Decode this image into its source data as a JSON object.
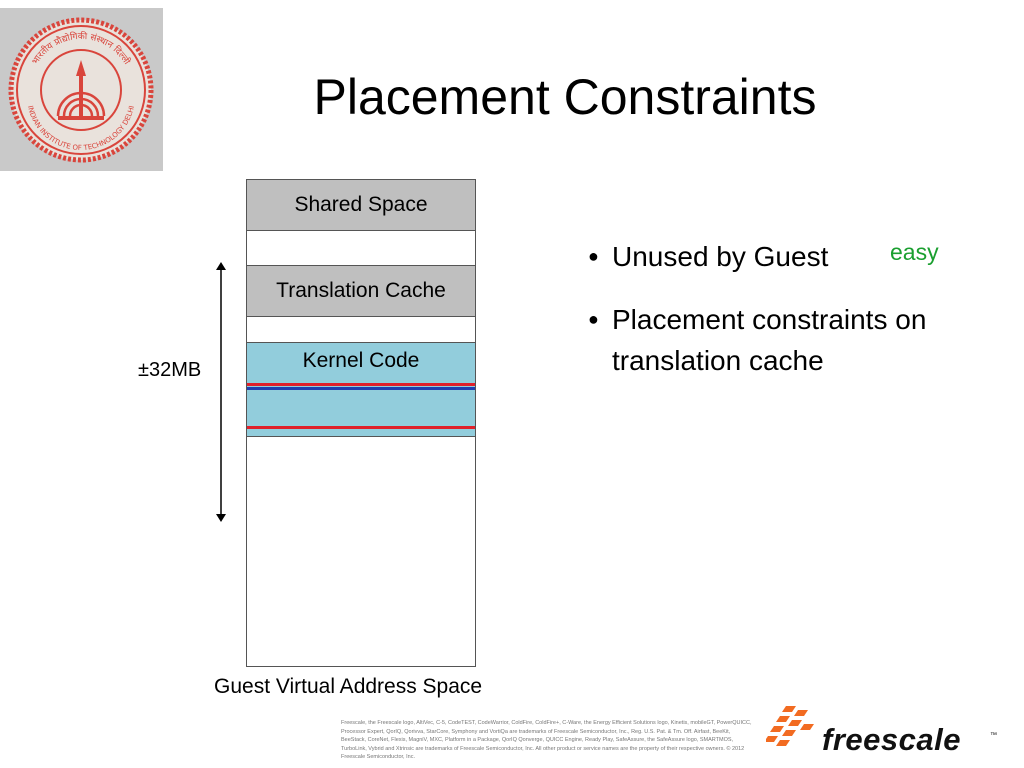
{
  "slide": {
    "title": "Placement Constraints"
  },
  "logo": {
    "icon": "iit-delhi-seal-icon",
    "ring_text": "भारतीय प्रौद्योगिकी संस्थान दिल्ली",
    "ring_text_en": "INDIAN INSTITUTE OF TECHNOLOGY DELHI",
    "color": "#d9453c"
  },
  "diagram": {
    "blocks": {
      "shared": "Shared Space",
      "translation_cache": "Translation Cache",
      "kernel": "Kernel Code"
    },
    "range_label": "±32MB",
    "caption": "Guest Virtual Address Space",
    "colors": {
      "gray_block": "#bfbfbf",
      "kernel_block": "#92cddc",
      "red_line": "#e0202a",
      "blue_line": "#1f3fb0"
    }
  },
  "bullets": [
    {
      "text": "Unused by Guest"
    },
    {
      "text": "Placement constraints on translation cache"
    }
  ],
  "annotation": {
    "text": "easy",
    "color": "#1a9f2f"
  },
  "footer": {
    "fine_print": "Freescale, the Freescale logo, AltiVec, C-5, CodeTEST, CodeWarrior, ColdFire, ColdFire+, C-Ware, the Energy Efficient Solutions logo, Kinetis, mobileGT, PowerQUICC, Processor Expert, QorIQ, Qorivva, StarCore, Symphony and VortiQa are trademarks of Freescale Semiconductor, Inc., Reg. U.S. Pat. & Tm. Off. Airfast, BeeKit, BeeStack, CoreNet, Flexis, MagniV, MXC, Platform in a Package, QorIQ Qonverge, QUICC Engine, Ready Play, SafeAssure, the SafeAssure logo, SMARTMOS, TurboLink, Vybrid and Xtrinsic are trademarks of Freescale Semiconductor, Inc. All other product or service names are the property of their respective owners. © 2012 Freescale Semiconductor, Inc.",
    "brand": "freescale",
    "trademark": "™",
    "brand_icon": "freescale-logo-icon",
    "brand_color": "#f26b21"
  }
}
